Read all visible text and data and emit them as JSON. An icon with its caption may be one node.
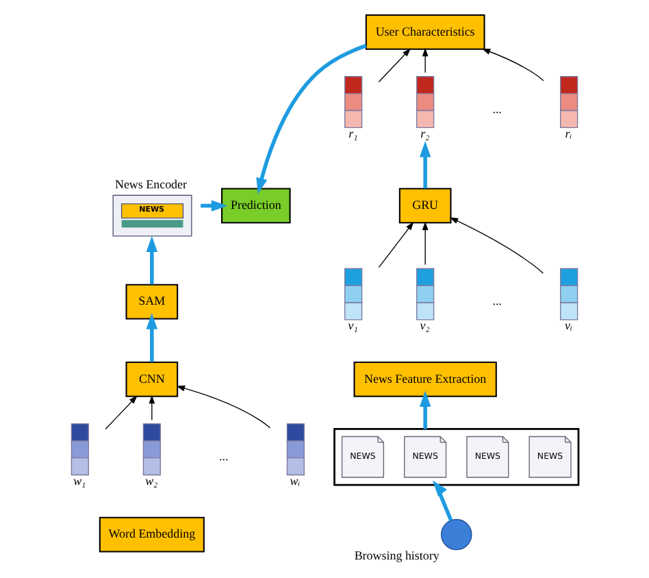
{
  "diagram": {
    "nodes": [
      {
        "text": [
          "User Characteristics"
        ]
      },
      {
        "text": [
          "News Encoder",
          "NEWS"
        ]
      },
      {
        "text": [
          "Prediction"
        ]
      },
      {
        "text": [
          "r₁"
        ]
      },
      {
        "text": [
          "r₂"
        ]
      },
      {
        "text": [
          "rᵢ"
        ]
      },
      {
        "text": [
          "GRU"
        ]
      },
      {
        "text": [
          "SAM"
        ]
      },
      {
        "text": [
          "v₁"
        ]
      },
      {
        "text": [
          "v₂"
        ]
      },
      {
        "text": [
          "vᵢ"
        ]
      },
      {
        "text": [
          "CNN"
        ]
      },
      {
        "text": [
          "News Feature Extraction"
        ]
      },
      {
        "text": [
          "w₁"
        ]
      },
      {
        "text": [
          "w₂"
        ]
      },
      {
        "text": [
          "wᵢ"
        ]
      },
      {
        "text": [
          "Word Embedding"
        ]
      },
      {
        "text": [],
        "shape": "box"
      },
      {
        "text": [
          "NEWS"
        ],
        "in": 17
      },
      {
        "text": [
          "NEWS"
        ],
        "in": 17
      },
      {
        "text": [
          "NEWS"
        ],
        "in": 17
      },
      {
        "text": [
          "NEWS"
        ],
        "in": 17
      },
      {
        "text": [],
        "shape": "person",
        "beside": [
          "Browsing history"
        ]
      }
    ],
    "edges": [
      {
        "from": 13,
        "to": 11,
        "arrow": "to"
      },
      {
        "from": 14,
        "to": 11,
        "arrow": "to"
      },
      {
        "from": 15,
        "to": 11,
        "arrow": "to"
      },
      {
        "from": 11,
        "to": 7,
        "arrow": "to",
        "style": "thick",
        "color": "#1e9be0"
      },
      {
        "from": 7,
        "to": 1,
        "arrow": "to",
        "style": "thick",
        "color": "#1e9be0"
      },
      {
        "from": 1,
        "to": 2,
        "arrow": "to",
        "style": "thick",
        "color": "#1e9be0"
      },
      {
        "from": 0,
        "to": 2,
        "arrow": "to",
        "style": "thick",
        "color": "#1e9be0"
      },
      {
        "from": 22,
        "to": 17,
        "arrow": "to",
        "style": "thick",
        "color": "#1e9be0"
      },
      {
        "from": 17,
        "to": 12,
        "arrow": "to",
        "style": "thick",
        "color": "#1e9be0"
      },
      {
        "from": 8,
        "to": 6,
        "arrow": "to"
      },
      {
        "from": 9,
        "to": 6,
        "arrow": "to"
      },
      {
        "from": 10,
        "to": 6,
        "arrow": "to"
      },
      {
        "from": 6,
        "to": 4,
        "arrow": "to",
        "style": "thick",
        "color": "#1e9be0"
      },
      {
        "from": 3,
        "to": 0,
        "arrow": "to"
      },
      {
        "from": 4,
        "to": 0,
        "arrow": "to"
      },
      {
        "from": 5,
        "to": 0,
        "arrow": "to"
      }
    ],
    "labels": [
      "...",
      "...",
      "..."
    ]
  }
}
